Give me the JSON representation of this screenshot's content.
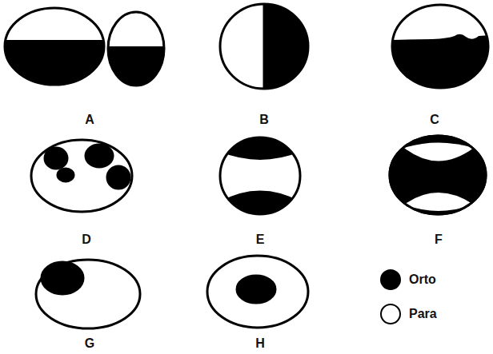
{
  "diagram": {
    "labels": [
      "A",
      "B",
      "C",
      "D",
      "E",
      "F",
      "G",
      "H"
    ],
    "legend": [
      {
        "text": "Orto",
        "color": "#000000"
      },
      {
        "text": "Para",
        "color": "#ffffff"
      }
    ]
  }
}
